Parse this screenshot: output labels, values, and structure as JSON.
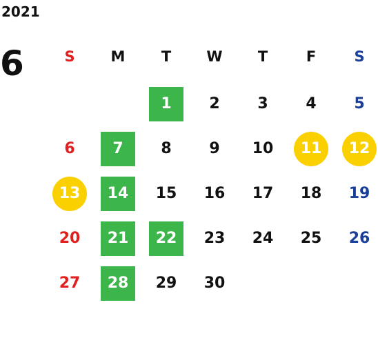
{
  "year": "2021",
  "month": "6",
  "colors": {
    "sunday": "#e02020",
    "saturday": "#1a3f9b",
    "weekday": "#111111",
    "green_marker": "#3cb54a",
    "yellow_marker": "#fbd000"
  },
  "weekdays": [
    "S",
    "M",
    "T",
    "W",
    "T",
    "F",
    "S"
  ],
  "weekday_colors": [
    "#e02020",
    "#111111",
    "#111111",
    "#111111",
    "#111111",
    "#111111",
    "#1a3f9b"
  ],
  "weeks": [
    [
      {
        "day": "",
        "mark": "none"
      },
      {
        "day": "",
        "mark": "none"
      },
      {
        "day": "1",
        "mark": "green"
      },
      {
        "day": "2",
        "mark": "none"
      },
      {
        "day": "3",
        "mark": "none"
      },
      {
        "day": "4",
        "mark": "none"
      },
      {
        "day": "5",
        "mark": "none"
      }
    ],
    [
      {
        "day": "6",
        "mark": "none"
      },
      {
        "day": "7",
        "mark": "green"
      },
      {
        "day": "8",
        "mark": "none"
      },
      {
        "day": "9",
        "mark": "none"
      },
      {
        "day": "10",
        "mark": "none"
      },
      {
        "day": "11",
        "mark": "yellow"
      },
      {
        "day": "12",
        "mark": "yellow"
      }
    ],
    [
      {
        "day": "13",
        "mark": "yellow"
      },
      {
        "day": "14",
        "mark": "green"
      },
      {
        "day": "15",
        "mark": "none"
      },
      {
        "day": "16",
        "mark": "none"
      },
      {
        "day": "17",
        "mark": "none"
      },
      {
        "day": "18",
        "mark": "none"
      },
      {
        "day": "19",
        "mark": "none"
      }
    ],
    [
      {
        "day": "20",
        "mark": "none"
      },
      {
        "day": "21",
        "mark": "green"
      },
      {
        "day": "22",
        "mark": "green"
      },
      {
        "day": "23",
        "mark": "none"
      },
      {
        "day": "24",
        "mark": "none"
      },
      {
        "day": "25",
        "mark": "none"
      },
      {
        "day": "26",
        "mark": "none"
      }
    ],
    [
      {
        "day": "27",
        "mark": "none"
      },
      {
        "day": "28",
        "mark": "green"
      },
      {
        "day": "29",
        "mark": "none"
      },
      {
        "day": "30",
        "mark": "none"
      },
      {
        "day": "",
        "mark": "none"
      },
      {
        "day": "",
        "mark": "none"
      },
      {
        "day": "",
        "mark": "none"
      }
    ]
  ]
}
